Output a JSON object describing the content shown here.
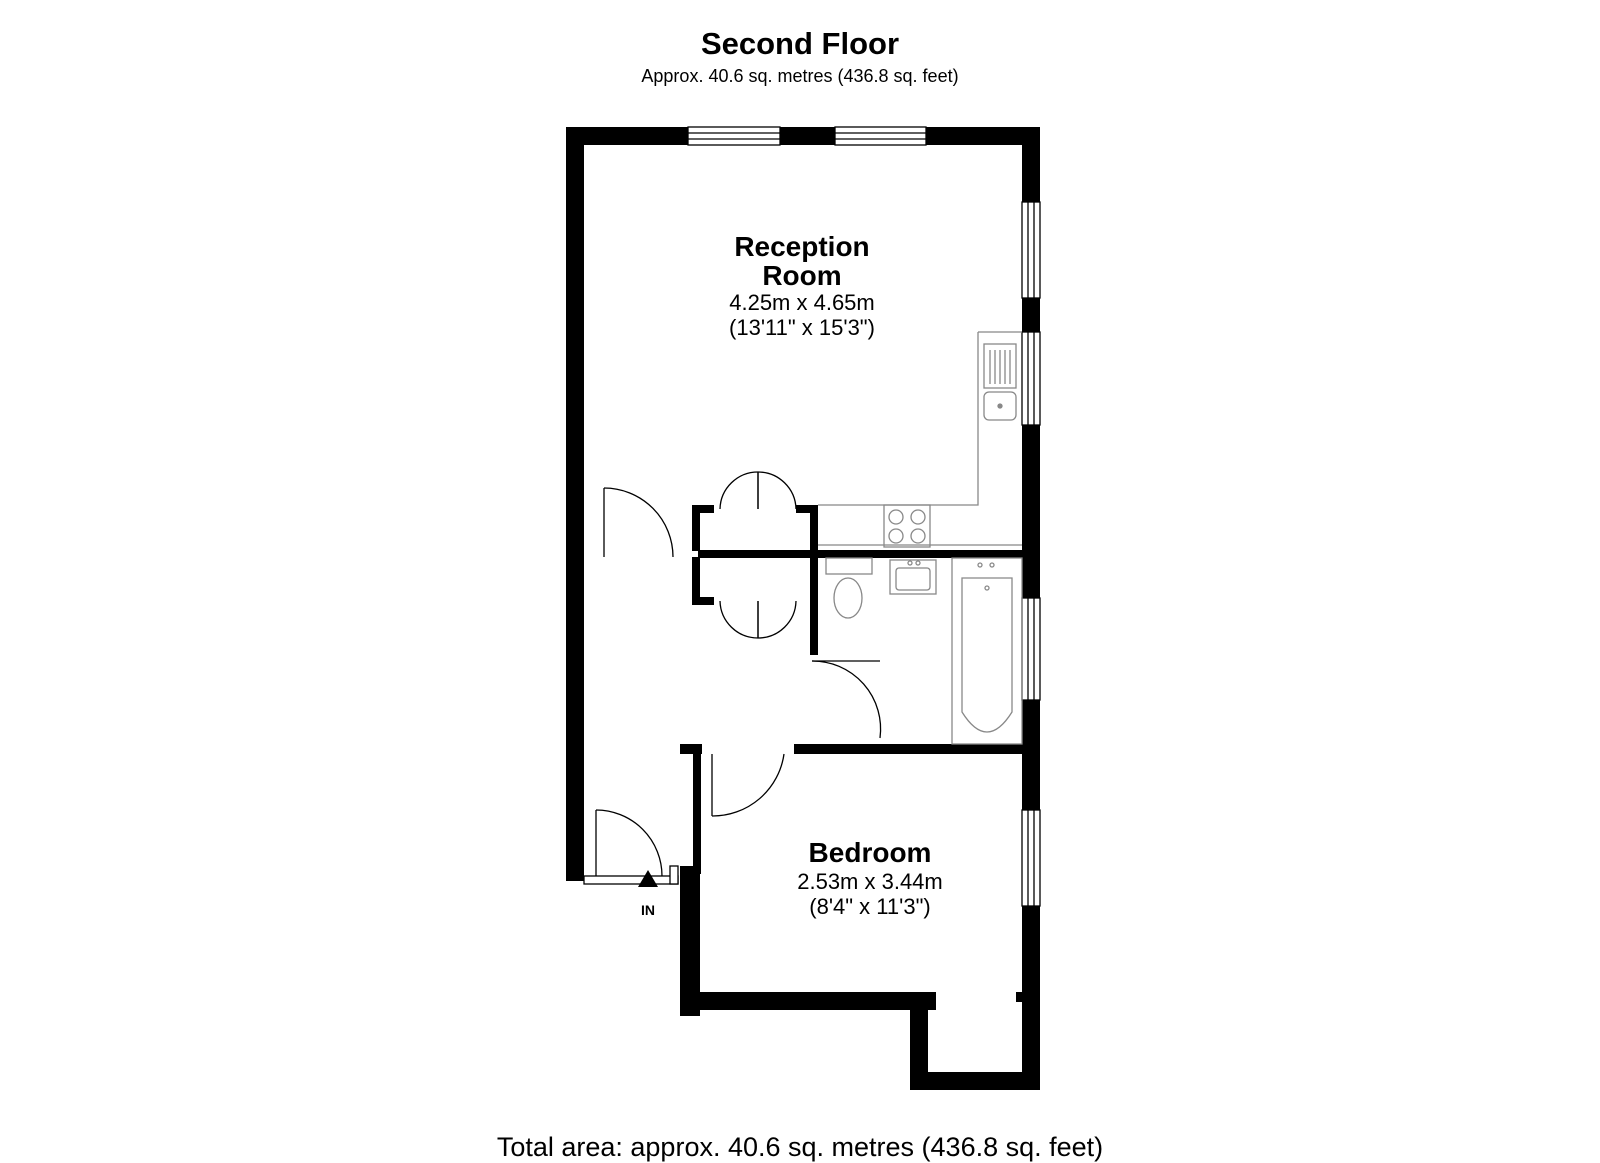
{
  "header": {
    "title": "Second Floor",
    "subtitle": "Approx. 40.6 sq. metres (436.8 sq. feet)"
  },
  "rooms": {
    "reception": {
      "name_line1": "Reception",
      "name_line2": "Room",
      "metric": "4.25m x 4.65m",
      "imperial": "(13'11\" x 15'3\")"
    },
    "bedroom": {
      "name": "Bedroom",
      "metric": "2.53m x 3.44m",
      "imperial": "(8'4\" x 11'3\")"
    }
  },
  "entrance_label": "IN",
  "footer": {
    "total_area": "Total area: approx. 40.6 sq. metres (436.8 sq. feet)"
  },
  "colors": {
    "wall": "#000000",
    "fixture": "#888888",
    "background": "#ffffff"
  }
}
